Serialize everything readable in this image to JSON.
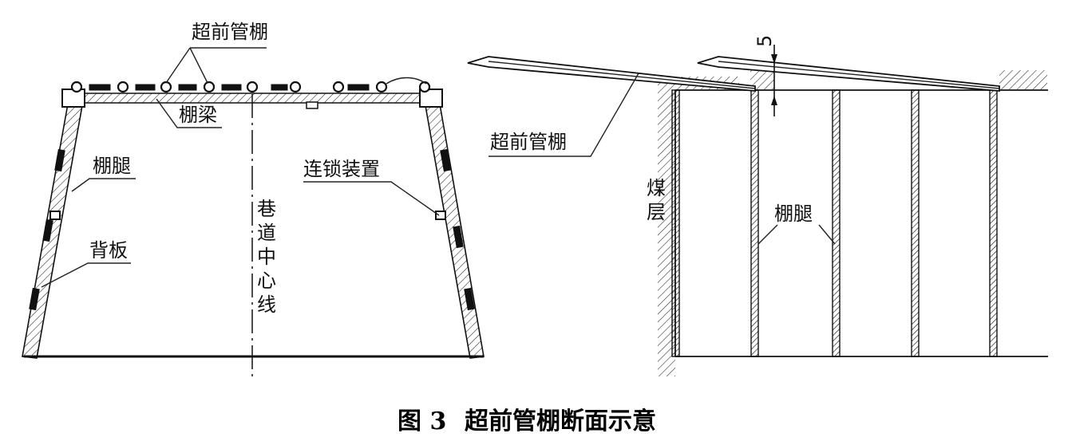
{
  "left_figure": {
    "label_pipe_canopy": "超前管棚",
    "label_beam": "棚梁",
    "label_leg": "棚腿",
    "label_lock": "连锁装置",
    "label_backboard": "背板",
    "label_centerline": [
      "巷",
      "道",
      "中",
      "心",
      "线"
    ]
  },
  "right_figure": {
    "label_pipe_canopy": "超前管棚",
    "label_coal_seam": [
      "煤",
      "层"
    ],
    "label_leg": "棚腿",
    "dimension": "5"
  },
  "caption": {
    "number": "图 3",
    "title": "超前管棚断面示意"
  }
}
